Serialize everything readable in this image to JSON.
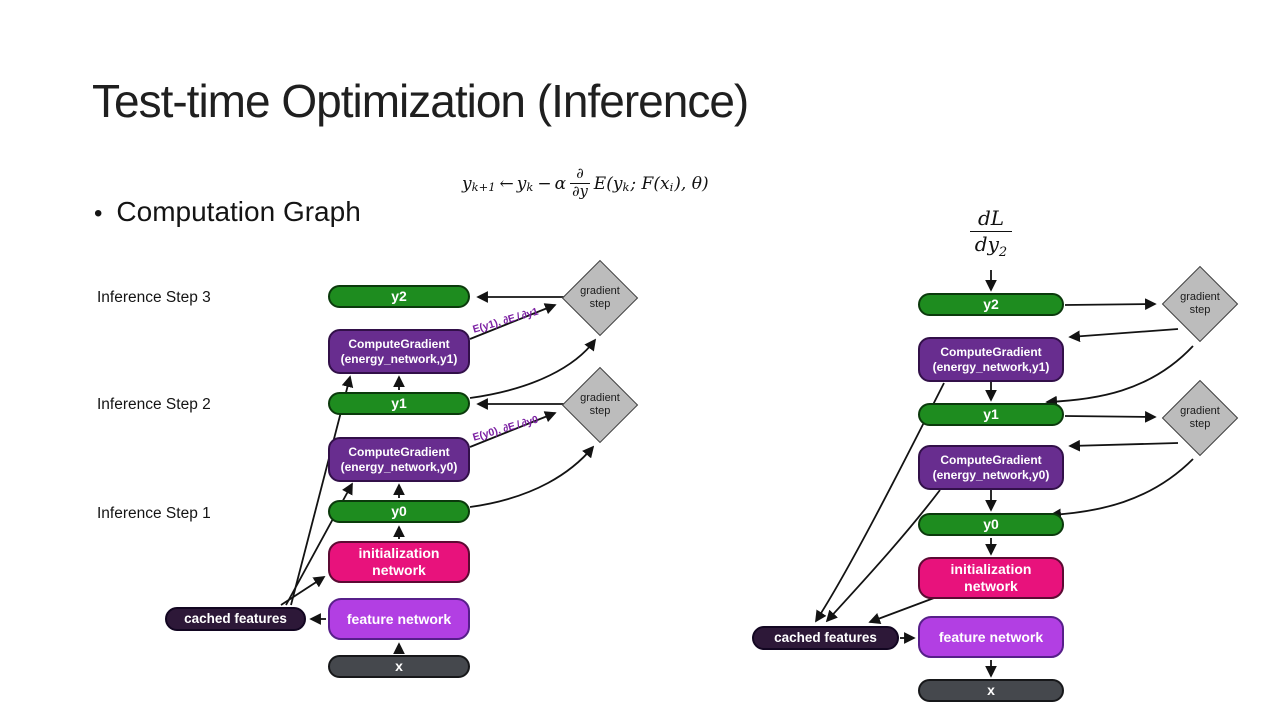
{
  "slide": {
    "title": "Test-time Optimization (Inference)",
    "bullet_glyph": "•",
    "bullet_label": "Computation Graph",
    "update_formula": {
      "lhs_var": "y",
      "lhs_sub": "k+1",
      "assign": "←",
      "rhs_var": "y",
      "rhs_sub": "k",
      "minus": "−",
      "alpha": "α",
      "frac_num": "∂",
      "frac_den": "∂y",
      "energy": "E(y",
      "energy_sub": "k",
      "mid": "; F(x",
      "x_sub": "i",
      "tail": "), θ)"
    }
  },
  "left_diagram": {
    "step_labels": [
      "Inference Step 3",
      "Inference Step 2",
      "Inference Step 1"
    ],
    "nodes": {
      "y2": "y2",
      "cg_y1_line1": "ComputeGradient",
      "cg_y1_line2": "(energy_network,y1)",
      "y1": "y1",
      "cg_y0_line1": "ComputeGradient",
      "cg_y0_line2": "(energy_network,y0)",
      "y0": "y0",
      "init_network": "initialization network",
      "feature_network": "feature network",
      "cached_features": "cached features",
      "x": "x"
    },
    "gradient_step_label": "gradient step",
    "edge_labels": {
      "grad_y1": "E(y1),  ∂E / ∂y1",
      "grad_y0": "E(y0),  ∂E / ∂y0"
    }
  },
  "right_diagram": {
    "loss_gradient": {
      "num": "dL",
      "den": "dy",
      "den_sub": "2"
    },
    "nodes": {
      "y2": "y2",
      "cg_y1_line1": "ComputeGradient",
      "cg_y1_line2": "(energy_network,y1)",
      "y1": "y1",
      "cg_y0_line1": "ComputeGradient",
      "cg_y0_line2": "(energy_network,y0)",
      "y0": "y0",
      "init_network": "initialization network",
      "feature_network": "feature network",
      "cached_features": "cached features",
      "x": "x"
    },
    "gradient_step_label": "gradient step"
  },
  "colors": {
    "node_green": "#1e8c1f",
    "node_purple": "#682d8f",
    "node_pink": "#e8127c",
    "node_violet": "#b23fe3",
    "node_plum": "#2d1838",
    "node_gray": "#45484d",
    "diamond_gray": "#bcbcbc",
    "edge_label_purple": "#7b1fa2",
    "background": "#ffffff"
  }
}
